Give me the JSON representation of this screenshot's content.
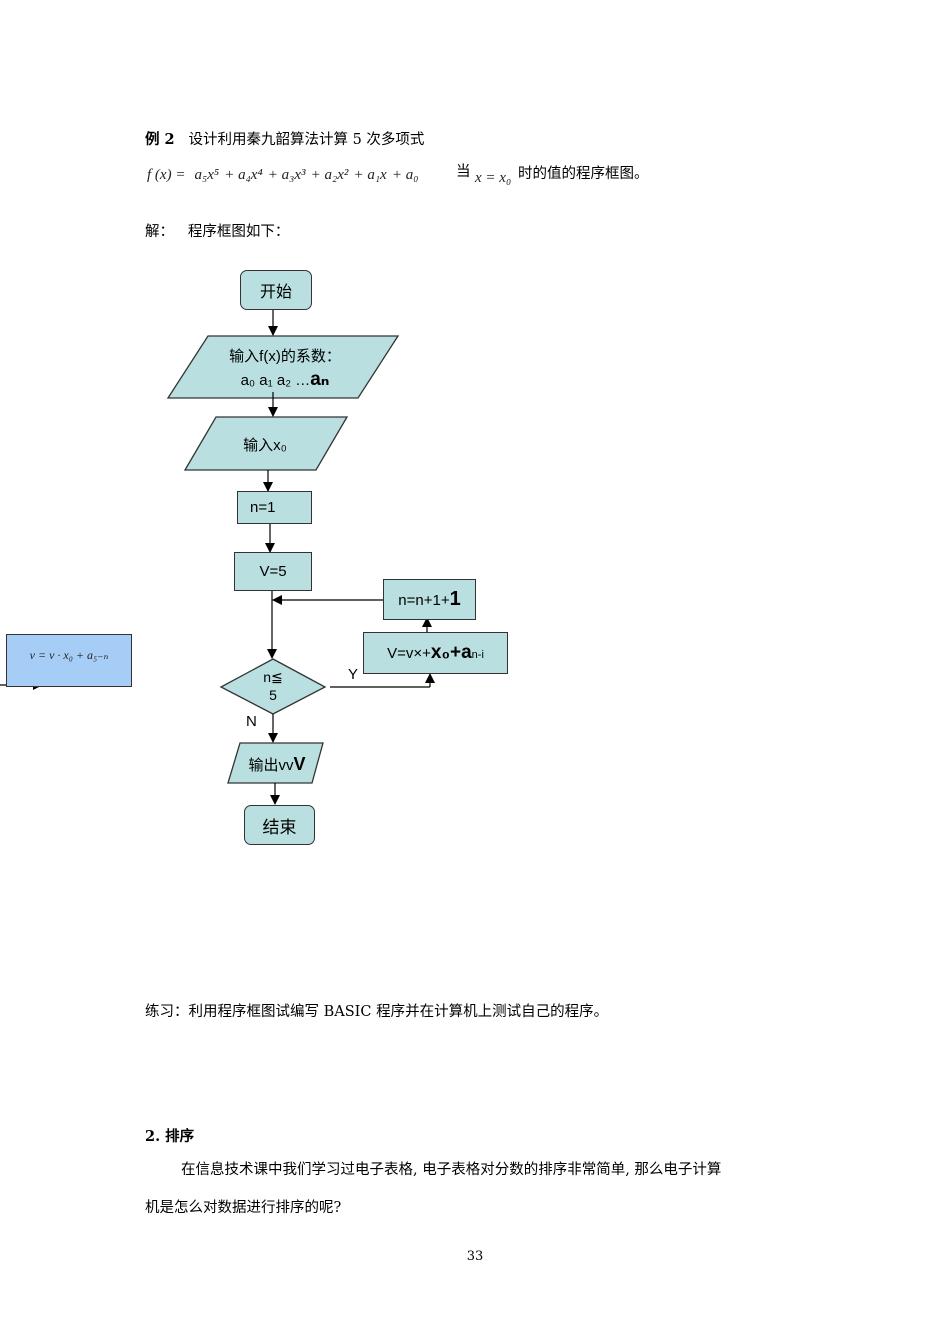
{
  "example": {
    "label": "例 2",
    "title": "设计利用秦九韶算法计算 5 次多项式",
    "formula": {
      "lhs": "f (x) =",
      "terms": [
        "a₅x⁵",
        "a₄x⁴",
        "a₃x³",
        "a₂x²",
        "a₁x",
        "a₀"
      ],
      "dang": "当",
      "condition": "x = x₀",
      "suffix": "时的值的程序框图。"
    },
    "solution": "解：   程序框图如下："
  },
  "flowchart": {
    "start": "开始",
    "input_coeffs_line1": "输入f(x)的系数：",
    "input_coeffs_line2": "a₀  a₁  a₂ …",
    "input_coeffs_an": "aₙ",
    "input_x0": "输入x₀",
    "init_n": "n=1",
    "init_v": "V=5",
    "increment": "n=n+1+",
    "increment_bold": "1",
    "update_prefix": "V=v×+",
    "update_bold": "x₀+a",
    "update_sub": "n-i",
    "condition_line1": "n≦",
    "condition_line2": "5",
    "yes_label": "Y",
    "no_label": "N",
    "output_prefix": "输出vv",
    "output_bold": "V",
    "end": "结束",
    "side_formula": "v = v · x₀ + a₅₋ₙ"
  },
  "exercise": "练习：利用程序框图试编写 BASIC 程序并在计算机上测试自己的程序。",
  "section": {
    "heading": "2. 排序",
    "paragraph_line1": "在信息技术课中我们学习过电子表格, 电子表格对分数的排序非常简单, 那么电子计算",
    "paragraph_line2": "机是怎么对数据进行排序的呢?"
  },
  "page_number": "33"
}
